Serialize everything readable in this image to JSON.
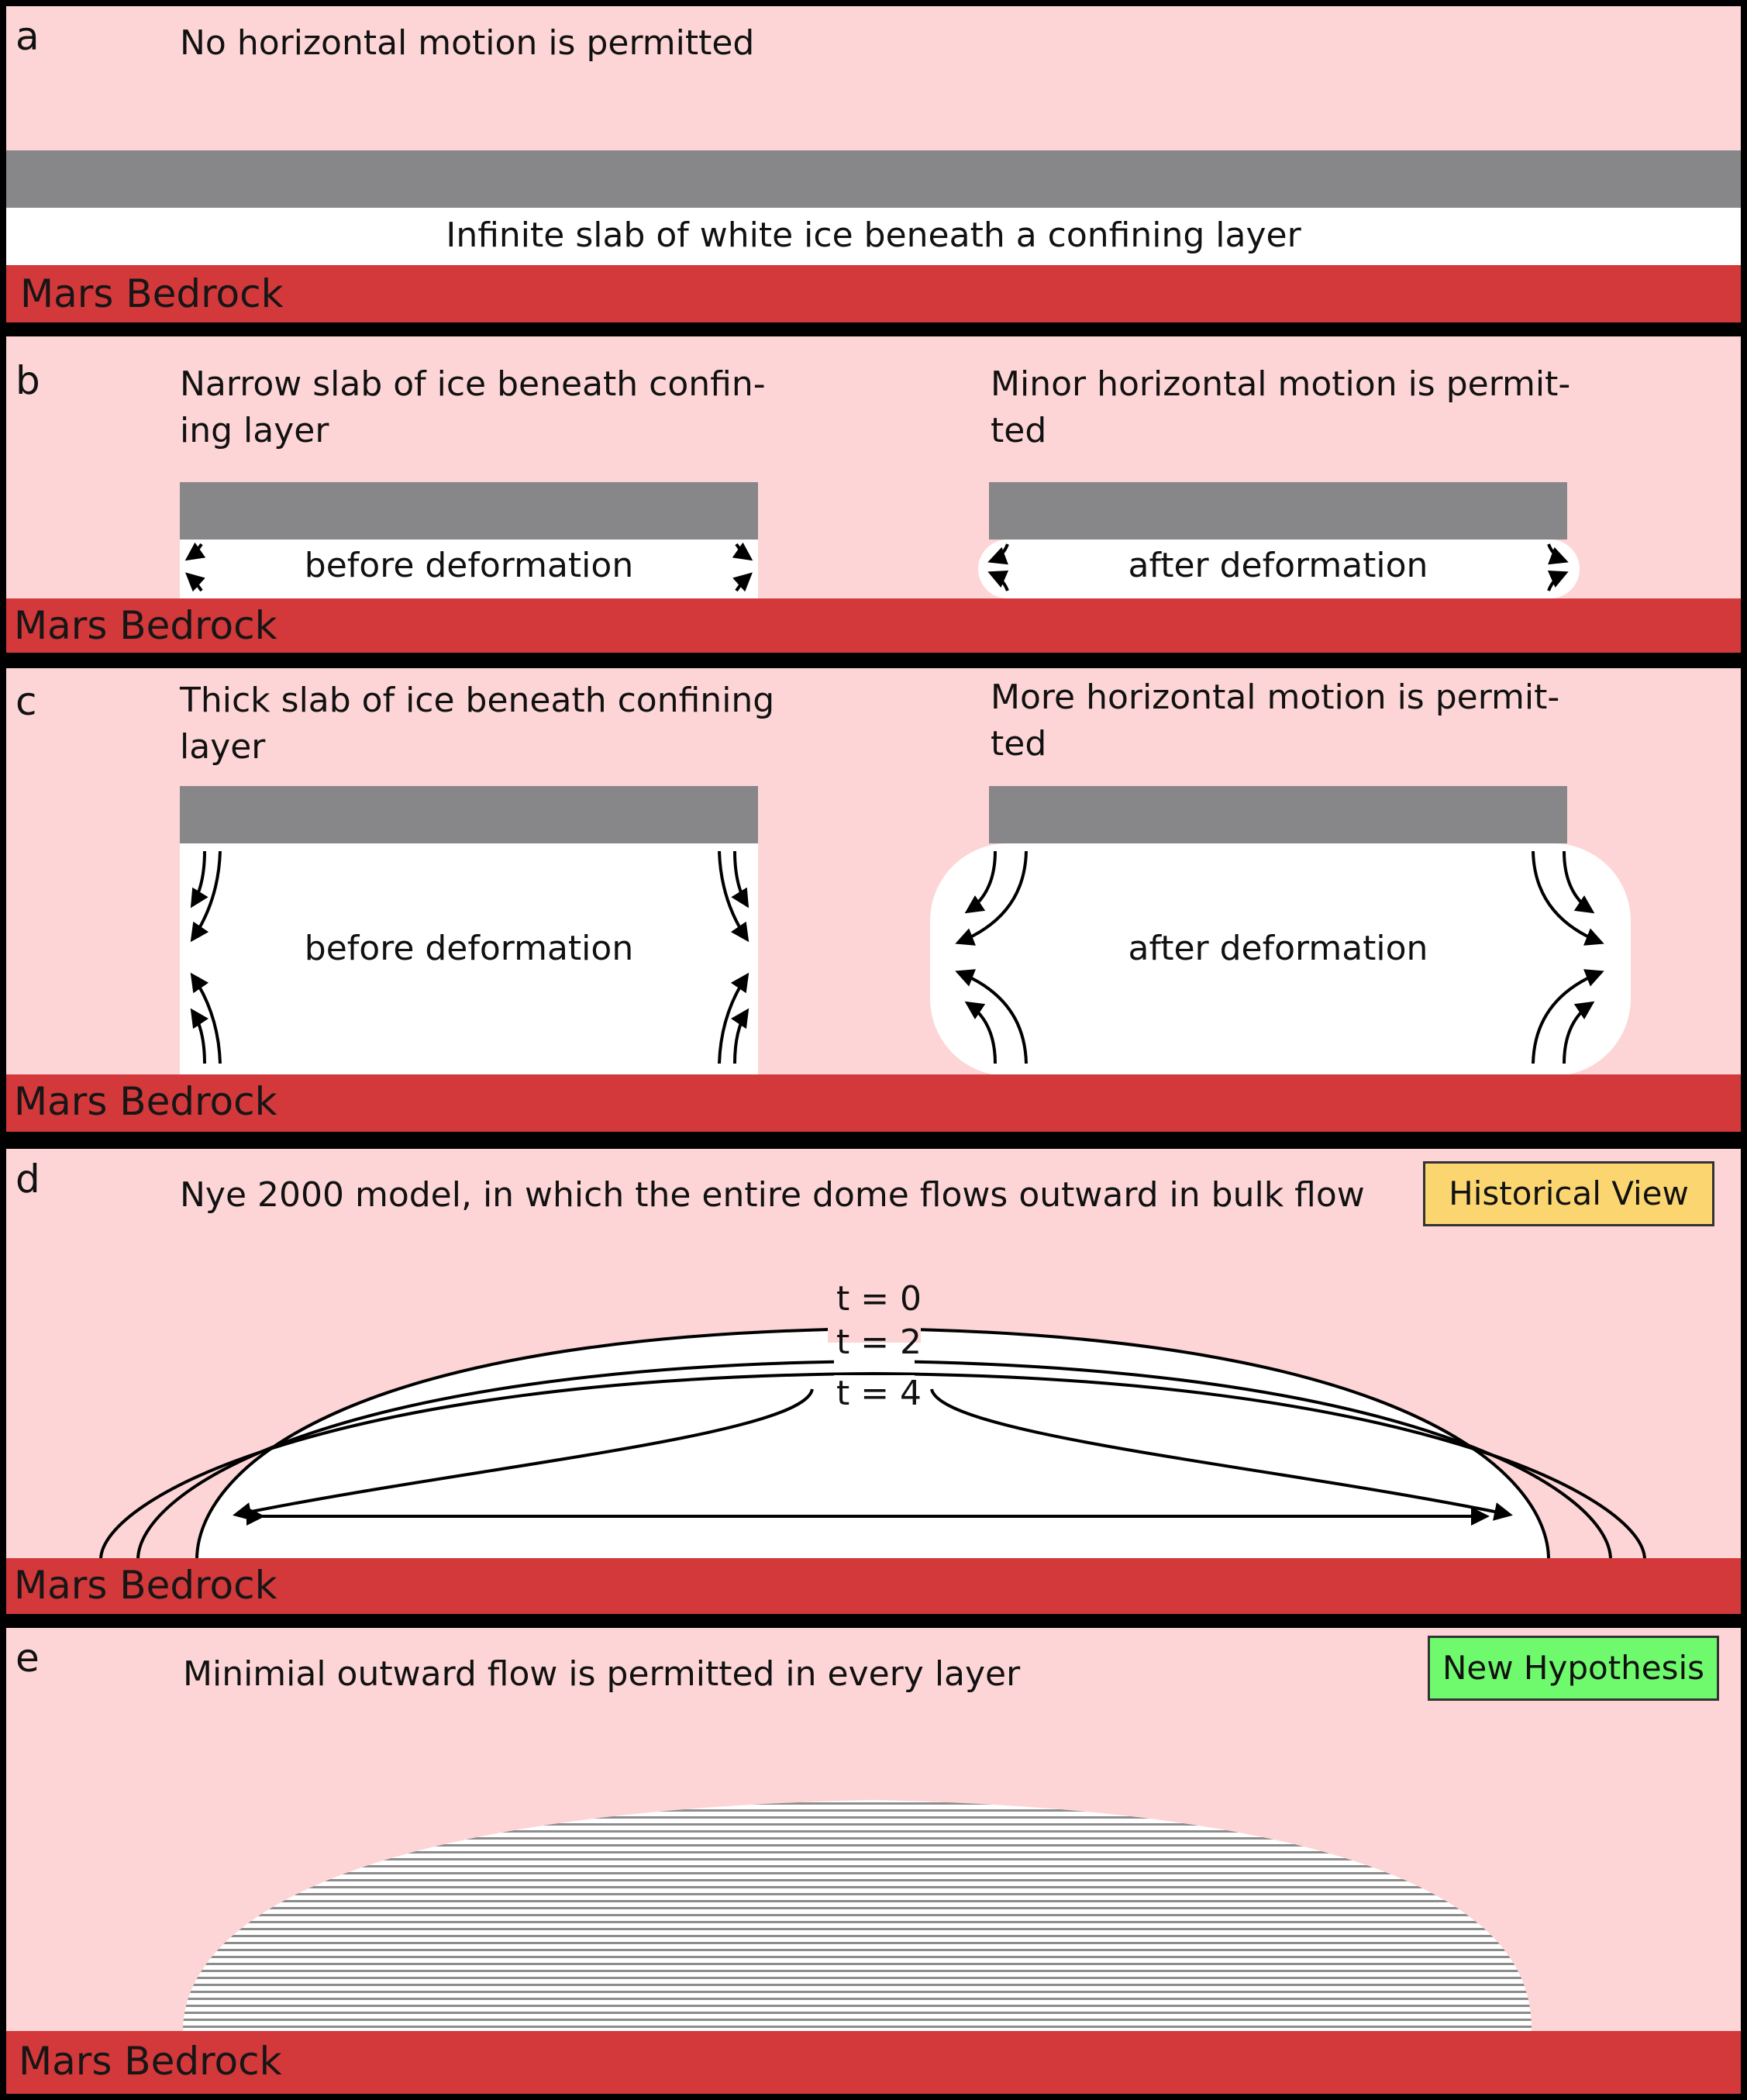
{
  "bedrock_label": "Mars Bedrock",
  "colors": {
    "background": "#fdd5d6",
    "bedrock": "#d3383a",
    "confining_layer": "#878689",
    "ice": "#ffffff",
    "historical_badge": "#fbd670",
    "new_badge": "#6ffa6d"
  },
  "panel_a": {
    "letter": "a",
    "title": "No horizontal motion is permitted",
    "ice_label": "Infinite slab of white ice beneath a confining layer"
  },
  "panel_b": {
    "letter": "b",
    "left_title_1": "Narrow slab of ice beneath confin-",
    "left_title_2": "ing layer",
    "right_title_1": "Minor horizontal motion is permit-",
    "right_title_2": "ted",
    "before_label": "before deformation",
    "after_label": "after deformation"
  },
  "panel_c": {
    "letter": "c",
    "left_title_1": "Thick slab of ice beneath confining",
    "left_title_2": "layer",
    "right_title_1": "More horizontal motion is permit-",
    "right_title_2": "ted",
    "before_label": "before deformation",
    "after_label": "after deformation"
  },
  "panel_d": {
    "letter": "d",
    "title": "Nye 2000 model, in which the entire dome flows outward in bulk flow",
    "badge": "Historical View",
    "time_labels": [
      "t = 0",
      "t = 2",
      "t = 4"
    ]
  },
  "panel_e": {
    "letter": "e",
    "title": "Minimial outward flow is permitted in every layer",
    "badge": "New Hypothesis"
  }
}
